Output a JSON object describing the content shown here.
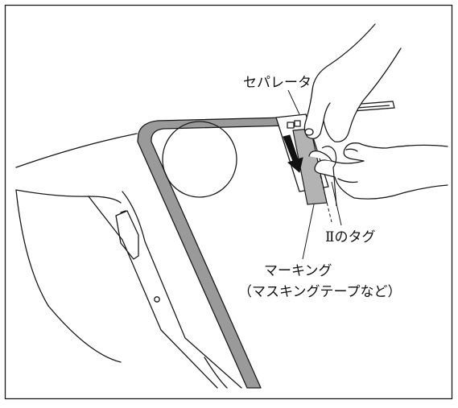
{
  "labels": {
    "separator": "セパレータ",
    "tag": "Ⅱのタグ",
    "marking": "マーキング",
    "marking_note": "（マスキングテープなど）"
  },
  "colors": {
    "line": "#1a1a1a",
    "panel_edge": "#9a9a9a",
    "tape": "#b3b3b3",
    "arrow": "#111111"
  }
}
